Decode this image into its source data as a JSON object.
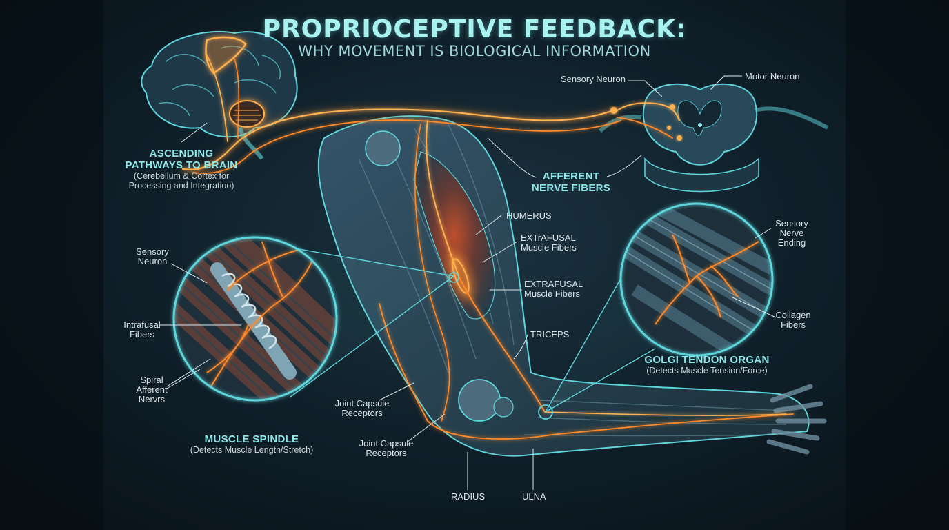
{
  "header": {
    "title": "PROPRIOCEPTIVE FEEDBACK:",
    "subtitle": "WHY MOVEMENT IS BIOLOGICAL INFORMATION"
  },
  "labels": {
    "ascending": {
      "heading_line1": "ASCENDING",
      "heading_line2": "PATHWAYS TO BRAIN",
      "sub_line1": "(Cerebellum & Cortex for",
      "sub_line2": "Processing and Integratioo)"
    },
    "sensory_neuron_top": "Sensory Neuron",
    "motor_neuron": "Motor Neuron",
    "afferent": {
      "line1": "AFFERENT",
      "line2": "NERVE FIBERS"
    },
    "humerus": "HUMERUS",
    "extrafusal_1": {
      "line1": "EXTrAFUSAL",
      "line2": "Muscle Fibers"
    },
    "extrafusal_2": {
      "line1": "EXTRAFUSAL",
      "line2": "Muscle Fibers"
    },
    "triceps": "TRICEPS",
    "spindle_sensory_neuron": {
      "line1": "Sensory",
      "line2": "Neuron"
    },
    "intrafusal": {
      "line1": "Intrafusal",
      "line2": "Fibers"
    },
    "spiral_afferent": {
      "line1": "Spiral",
      "line2": "Afferent",
      "line3": "Nervrs"
    },
    "muscle_spindle": {
      "heading": "MUSCLE SPINDLE",
      "sub": "(Detects Muscle Length/Stretch)"
    },
    "joint_capsule_1": {
      "line1": "Joint Capsule",
      "line2": "Receptors"
    },
    "joint_capsule_2": {
      "line1": "Joint Capsule",
      "line2": "Receptors"
    },
    "radius": "RADIUS",
    "ulna": "ULNA",
    "golgi_sensory": {
      "line1": "Sensory",
      "line2": "Nerve",
      "line3": "Ending"
    },
    "collagen": {
      "line1": "Collagen",
      "line2": "Fibers"
    },
    "golgi": {
      "heading": "GOLGI TENDON ORGAN",
      "sub": "(Detects Muscle Tension/Force)"
    }
  },
  "colors": {
    "nerve": "#ff8a2a",
    "nerve_glow": "#ffb050",
    "outline": "#5fd6dc",
    "bone": "#5f7f90",
    "muscle": "#2d4a5a"
  }
}
